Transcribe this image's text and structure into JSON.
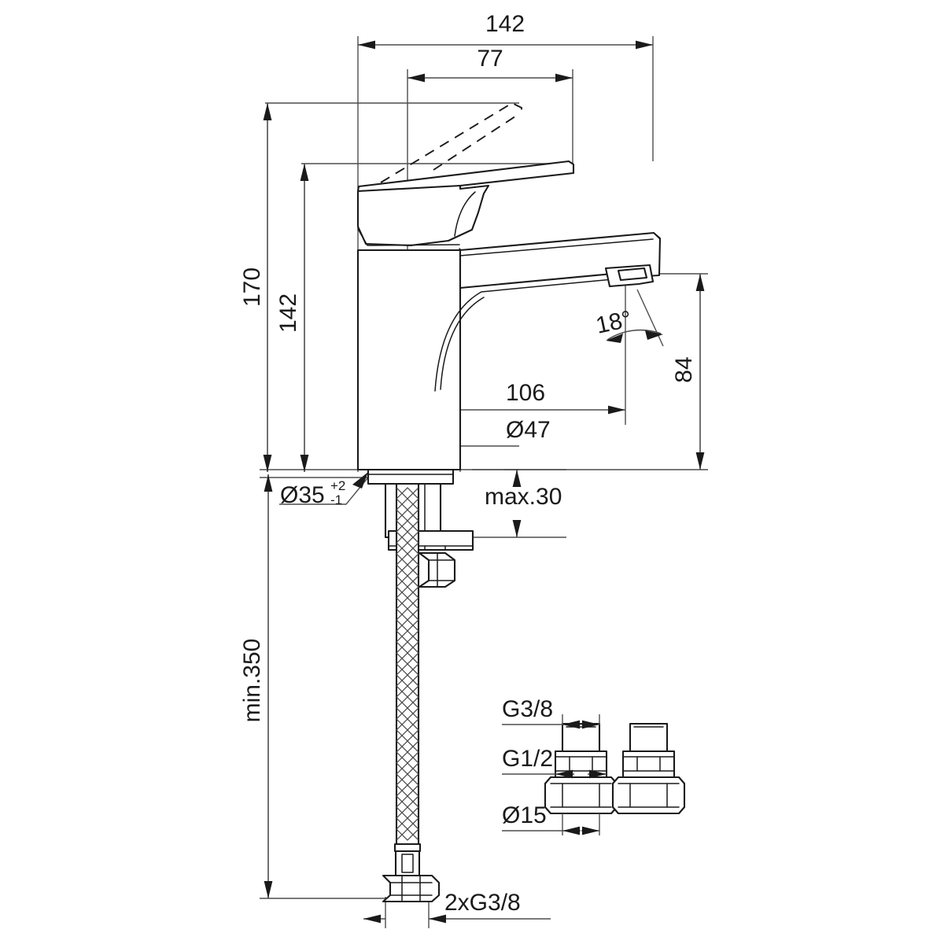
{
  "drawing": {
    "title": "Single-lever basin mixer tap — dimensioned technical drawing",
    "units": "mm",
    "line_color": "#1a1a1a",
    "dimension_color": "#4d4d4d",
    "background": "#ffffff"
  },
  "dimensions": {
    "overall_width": "142",
    "lever_width": "77",
    "overall_height": "170",
    "body_height": "142",
    "spout_reach": "106",
    "spout_height": "84",
    "base_diameter": "Ø47",
    "hole_diameter": "Ø35",
    "hole_tol_plus": "+2",
    "hole_tol_minus": "-1",
    "worktop_thickness": "max.30",
    "hose_length": "min.350",
    "lever_angle": "18°",
    "hose_thread": "2xG3/8"
  },
  "adapters": {
    "label_top": "G3/8",
    "label_middle": "G1/2",
    "label_bottom": "Ø15"
  }
}
